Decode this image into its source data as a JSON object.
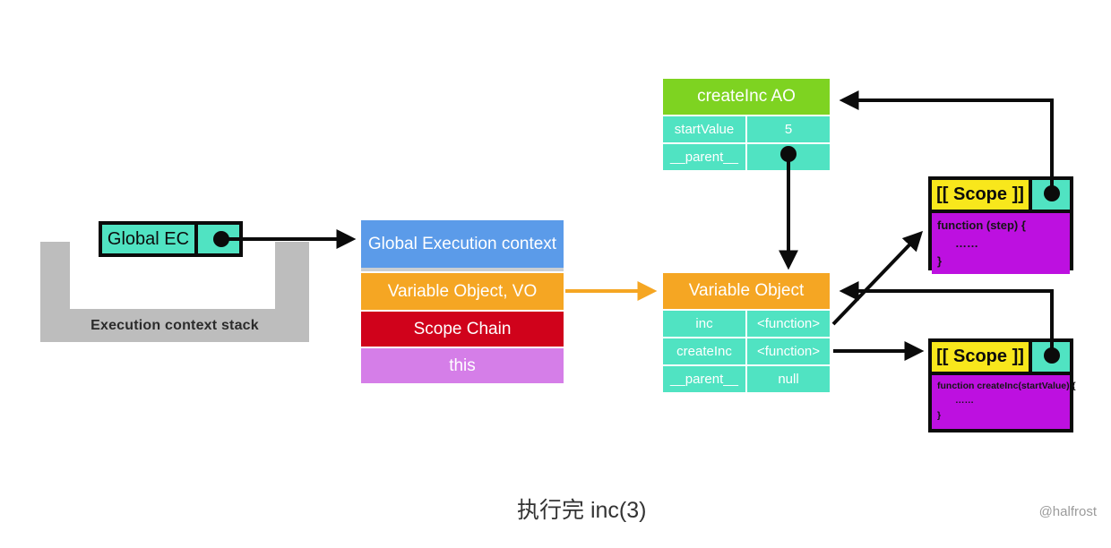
{
  "palette": {
    "ink": "#0b0b0b",
    "green": "#7ED321",
    "teal": "#50E3C2",
    "orange": "#F5A623",
    "blue": "#5B9BE9",
    "red": "#D0021B",
    "violet": "#D57EE8",
    "magenta": "#BD10E0",
    "yellow": "#F8E71C",
    "gray": "#BDBDBD",
    "divider": "#C9CED2",
    "caption_color": "#333333",
    "watermark_color": "#9B9B9B"
  },
  "stack": {
    "label": "Execution context stack",
    "frame_label": "Global EC"
  },
  "global_context": {
    "rows": [
      {
        "label": "Global Execution context",
        "color": "blue"
      },
      {
        "label": "Variable Object, VO",
        "color": "orange"
      },
      {
        "label": "Scope Chain",
        "color": "red"
      },
      {
        "label": "this",
        "color": "violet"
      }
    ]
  },
  "create_inc_ao": {
    "title": "createInc AO",
    "rows": [
      {
        "key": "startValue",
        "value": "5"
      },
      {
        "key": "__parent__",
        "value": ""
      }
    ]
  },
  "variable_object": {
    "title": "Variable Object",
    "rows": [
      {
        "key": "inc",
        "value": "<function>"
      },
      {
        "key": "createInc",
        "value": "<function>"
      },
      {
        "key": "__parent__",
        "value": "null"
      }
    ]
  },
  "scope_boxes": [
    {
      "title": "[[ Scope ]]",
      "code": [
        "function (step) {",
        "……",
        "}"
      ]
    },
    {
      "title": "[[ Scope ]]",
      "code": [
        "function createInc(startValue) {",
        "……",
        "}"
      ]
    }
  ],
  "caption": {
    "text": "执行完 inc(3)"
  },
  "watermark": {
    "text": "@halfrost"
  }
}
